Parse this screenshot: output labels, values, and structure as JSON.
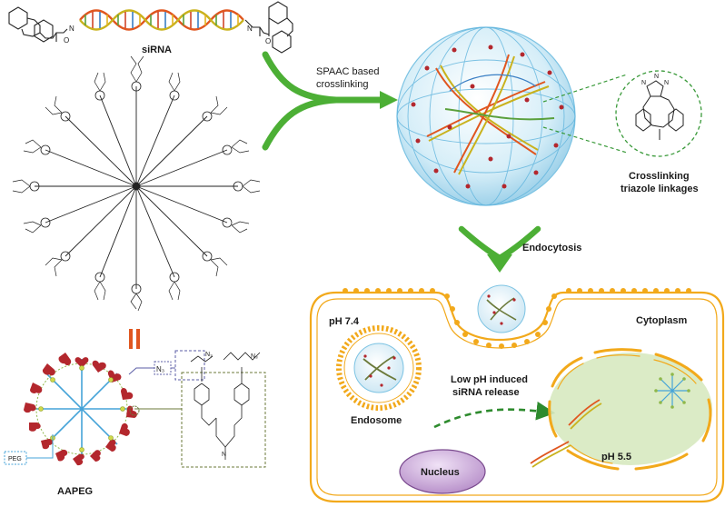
{
  "labels": {
    "sirna": "siRNA",
    "spaac_line1": "SPAAC based",
    "spaac_line2": "crosslinking",
    "crosslinking_line1": "Crosslinking",
    "crosslinking_line2": "triazole linkages",
    "endocytosis": "Endocytosis",
    "ph74": "pH 7.4",
    "cytoplasm": "Cytoplasm",
    "lowph_line1": "Low pH induced",
    "lowph_line2": "siRNA release",
    "endosome": "Endosome",
    "ph55": "pH 5.5",
    "nucleus": "Nucleus",
    "aapeg": "AAPEG",
    "peg": "PEG",
    "n3": "N₃"
  },
  "colors": {
    "green_arrow": "#4caf35",
    "lipid_head": "#f2a91b",
    "cell_border": "#f2a91b",
    "nucleus_fill": "#c9a3d6",
    "nucleus_stroke": "#7a4a8e",
    "ph55_zone": "#d7e9c0",
    "nanogel_sphere": "#bfe3f2",
    "triazole_circle": "#3a9a3a",
    "heart_monomer": "#b3272d",
    "star_blue": "#45a3d8",
    "dashed_purple": "#5b5ea6",
    "dashed_olive": "#6b7a3a",
    "dashed_green": "#2e8b2e"
  }
}
